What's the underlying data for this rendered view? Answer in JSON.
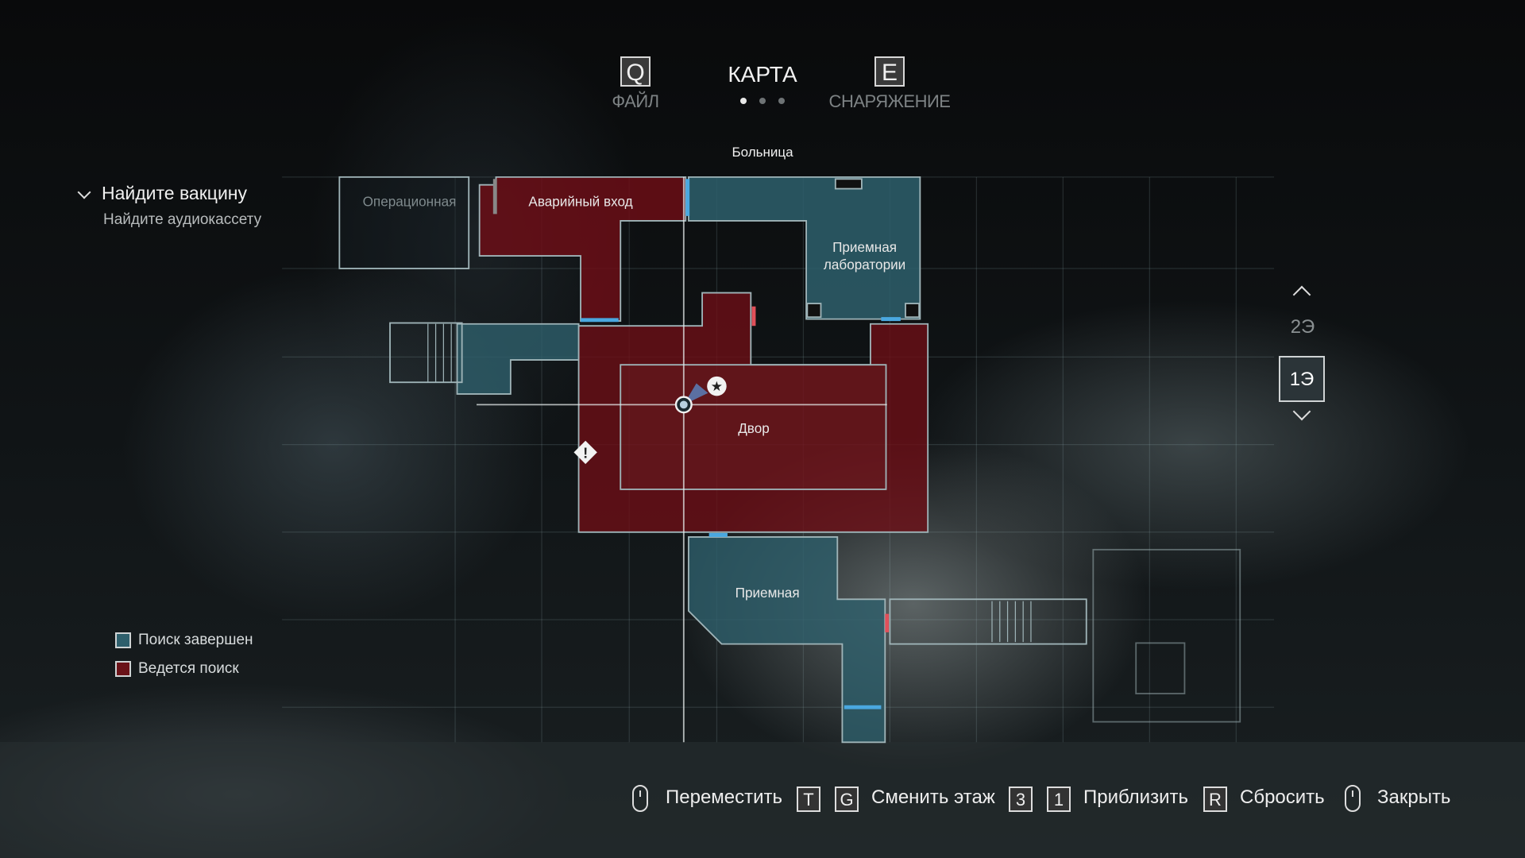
{
  "header": {
    "tabs": [
      {
        "key": "Q",
        "label": "ФАЙЛ"
      },
      {
        "label": "КАРТА",
        "active": true
      },
      {
        "key": "E",
        "label": "СНАРЯЖЕНИЕ"
      }
    ],
    "page_dots": 3,
    "active_page": 1,
    "area_name": "Больница"
  },
  "objectives": {
    "main": "Найдите вакцину",
    "sub": "Найдите аудиокассету"
  },
  "map": {
    "rooms": {
      "operating": "Операционная",
      "emergency_exit": "Аварийный вход",
      "lab_reception_1": "Приемная",
      "lab_reception_2": "лаборатории",
      "courtyard": "Двор",
      "reception": "Приемная"
    },
    "colors": {
      "explored": "#2e5f6c",
      "searching": "#6a1218",
      "door_open": "#4aa8e0",
      "door_locked": "#e0505a"
    }
  },
  "legend": [
    {
      "label": "Поиск завершен",
      "color": "#2e5f6c"
    },
    {
      "label": "Ведется поиск",
      "color": "#6a1218"
    }
  ],
  "floors": {
    "items": [
      "2Э",
      "1Э"
    ],
    "current": "1Э"
  },
  "controls": {
    "move": "Переместить",
    "change_floor_keys": [
      "T",
      "G"
    ],
    "change_floor": "Сменить этаж",
    "zoom_keys": [
      "3",
      "1"
    ],
    "zoom": "Приблизить",
    "reset_key": "R",
    "reset": "Сбросить",
    "close": "Закрыть"
  }
}
